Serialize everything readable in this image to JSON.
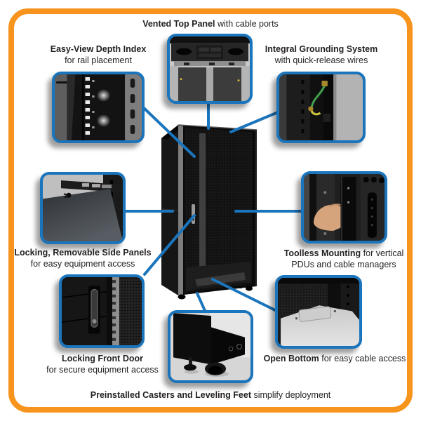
{
  "colors": {
    "accent_orange": "#F7941E",
    "callout_blue": "#1B75BC",
    "text": "#231F20",
    "background": "#FFFFFF"
  },
  "callouts": {
    "vented_top": {
      "title": "Vented Top Panel",
      "rest": " with cable ports"
    },
    "depth_index": {
      "title": "Easy-View Depth Index",
      "line2": "for rail placement"
    },
    "grounding": {
      "title": "Integral Grounding System",
      "line2": "with quick-release wires"
    },
    "side_panels": {
      "title": "Locking, Removable Side Panels",
      "line2": "for easy equipment access"
    },
    "toolless": {
      "title": "Toolless Mounting",
      "rest": " for vertical",
      "line2": "PDUs and cable managers"
    },
    "front_door": {
      "title": "Locking Front Door",
      "line2": "for secure equipment access"
    },
    "open_bottom": {
      "title": "Open Bottom",
      "rest": " for easy cable access"
    },
    "casters": {
      "title": "Preinstalled Casters and Leveling Feet",
      "rest": " simplify deployment"
    }
  }
}
